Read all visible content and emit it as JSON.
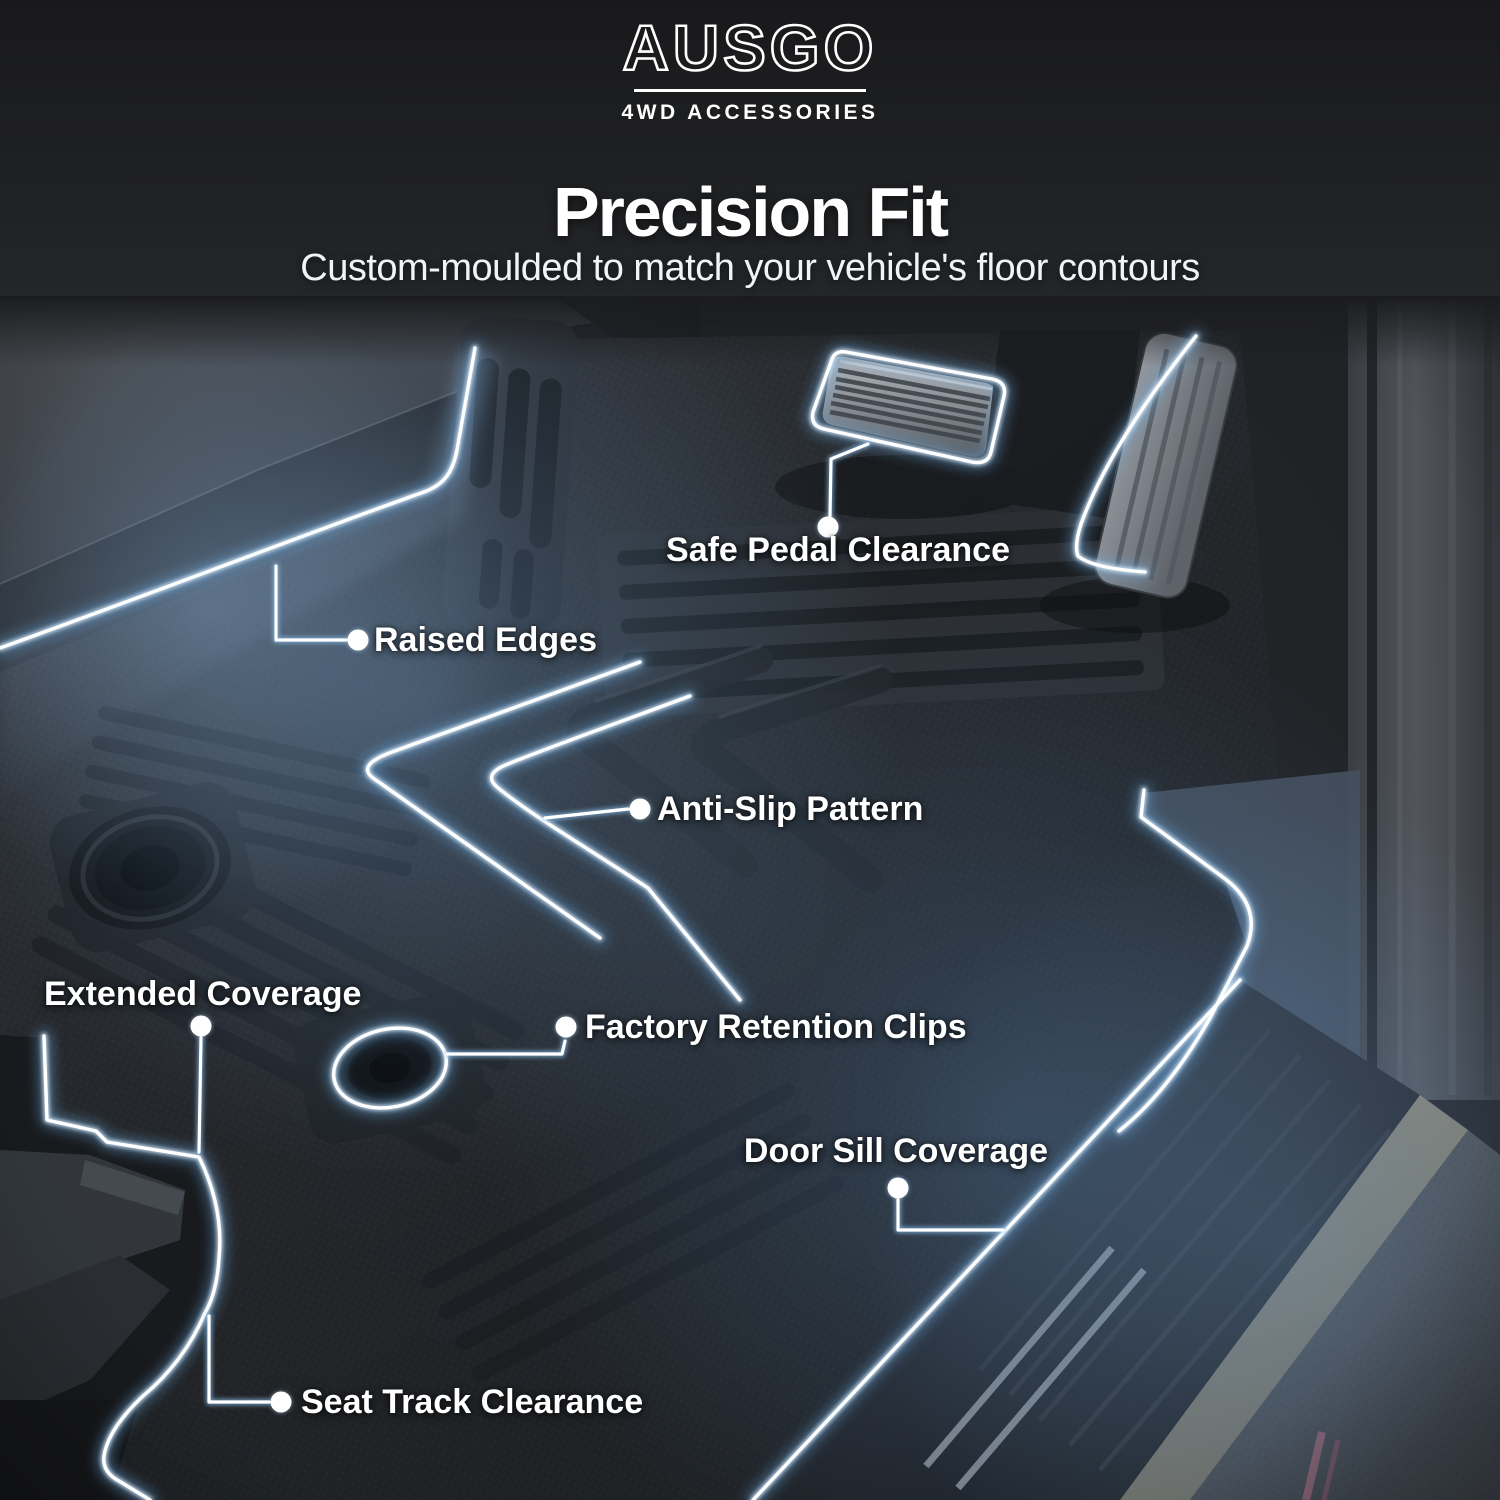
{
  "brand": {
    "name": "AUSGO",
    "tagline": "4WD ACCESSORIES"
  },
  "header": {
    "title": "Precision Fit",
    "subtitle": "Custom-moulded to match your vehicle's floor contours"
  },
  "callouts": [
    {
      "id": "safe-pedal-clearance",
      "label": "Safe Pedal Clearance"
    },
    {
      "id": "raised-edges",
      "label": "Raised Edges"
    },
    {
      "id": "anti-slip-pattern",
      "label": "Anti-Slip Pattern"
    },
    {
      "id": "extended-coverage",
      "label": "Extended Coverage"
    },
    {
      "id": "factory-retention-clips",
      "label": "Factory Retention Clips"
    },
    {
      "id": "door-sill-coverage",
      "label": "Door Sill Coverage"
    },
    {
      "id": "seat-track-clearance",
      "label": "Seat Track Clearance"
    }
  ],
  "style": {
    "background": "#1c1d1f",
    "text_color": "#ffffff",
    "glow_core": "#ffffff",
    "glow_halo": "#6fb0e8"
  }
}
